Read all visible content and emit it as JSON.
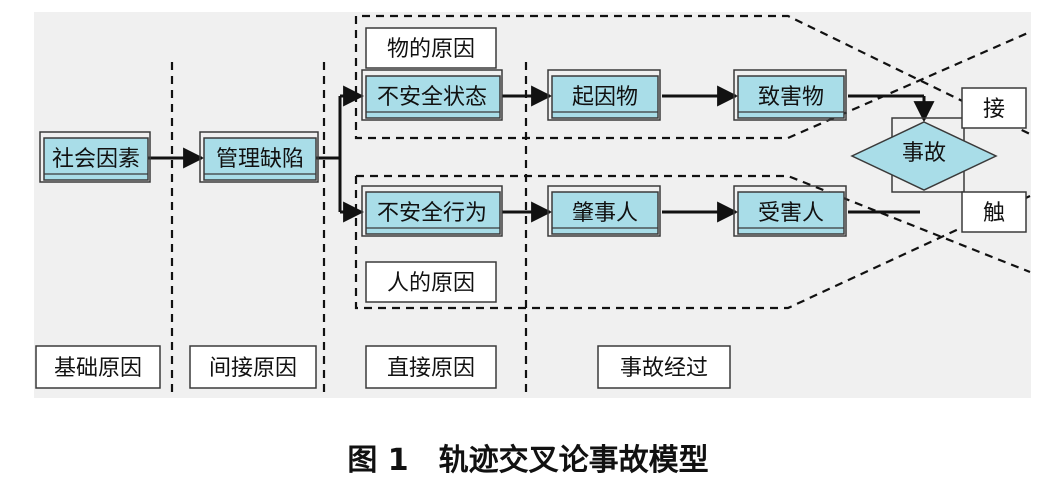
{
  "diagram": {
    "causes": {
      "social": "社会因素",
      "management": "管理缺陷",
      "unsafe_state": "不安全状态",
      "unsafe_behavior": "不安全行为"
    },
    "process": {
      "initiator": "起因物",
      "harmful_object": "致害物",
      "perpetrator": "肇事人",
      "victim": "受害人",
      "accident": "事故"
    },
    "groups": {
      "object_cause": "物的原因",
      "human_cause": "人的原因"
    },
    "contact": {
      "top": "接",
      "bottom": "触"
    },
    "stages": [
      "基础原因",
      "间接原因",
      "直接原因",
      "事故经过"
    ],
    "caption": "图 1　轨迹交叉论事故模型",
    "colors": {
      "panel_bg": "#f0f0f0",
      "box_fill": "#a9dde8",
      "box_border": "#3a3a3a",
      "line": "#111111"
    }
  }
}
